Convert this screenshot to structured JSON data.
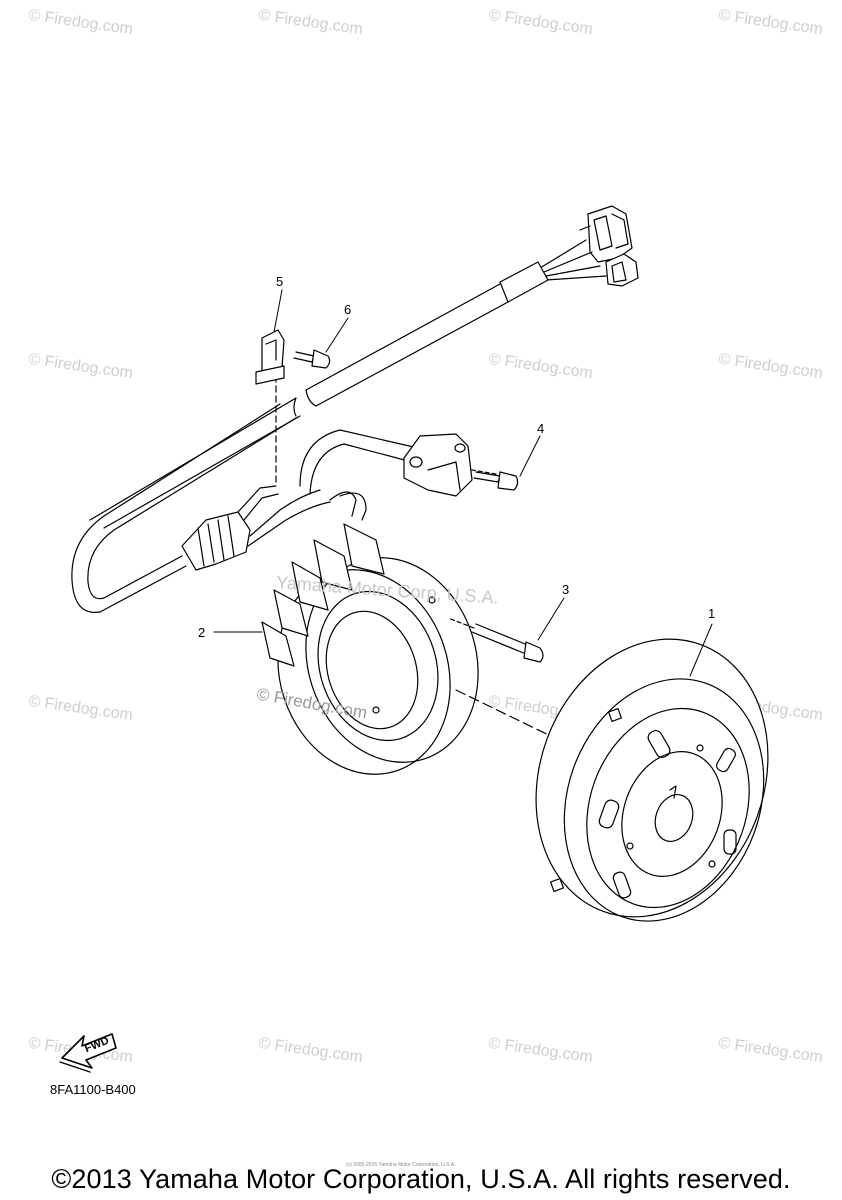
{
  "watermarks": [
    "© Firedog.com",
    "© Firedog.com",
    "© Firedog.com",
    "© Firedog.com",
    "© Firedog.com",
    "© Firedog.com",
    "© Firedog.com",
    "© Firedog.com",
    "© Firedog.com",
    "© Firedog.com",
    "© Firedog.com",
    "© Firedog.com",
    "© Firedog.com",
    "© Firedog.com"
  ],
  "callouts": {
    "c1": "1",
    "c2": "2",
    "c3": "3",
    "c4": "4",
    "c5": "5",
    "c6": "6"
  },
  "overlay_text": {
    "yamaha_wm": "Yamaha Motor Corp, U.S.A.",
    "firedog_wm": "© Firedog.com"
  },
  "fwd_label": "FWD",
  "part_code": "8FA1100-B400",
  "tiny_copyright": "(c) 2005-2015 Yamaha Motor Corporation, U.S.A.",
  "copyright": "©2013 Yamaha Motor Corporation, U.S.A. All rights reserved.",
  "colors": {
    "line": "#000000",
    "watermark": "#cfcfcf",
    "background": "#ffffff"
  }
}
